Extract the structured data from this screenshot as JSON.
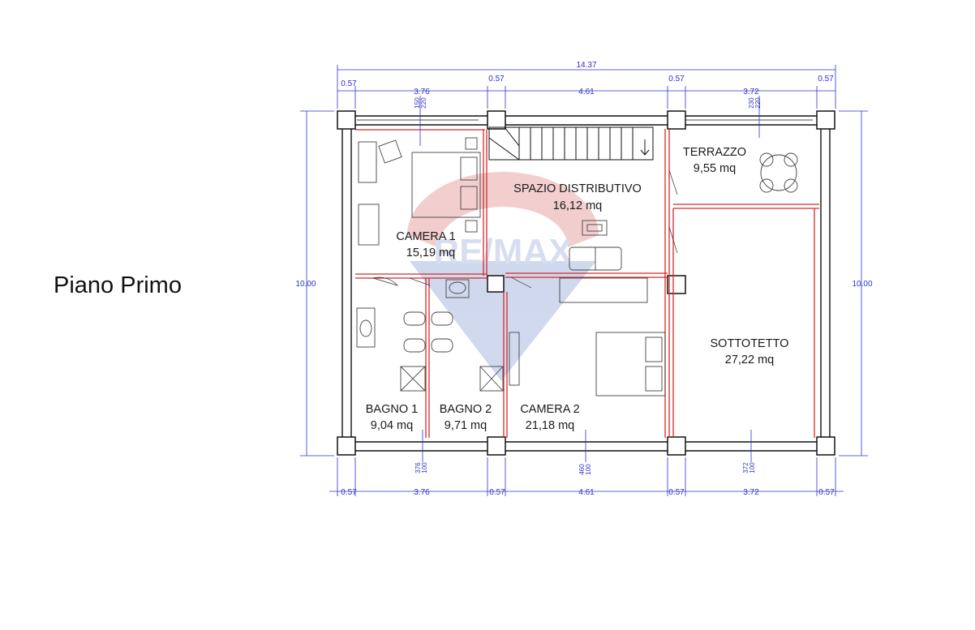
{
  "title": "Piano Primo",
  "rooms": {
    "camera1": {
      "name": "CAMERA 1",
      "area": "15,19 mq"
    },
    "spazio": {
      "name": "SPAZIO DISTRIBUTIVO",
      "area": "16,12 mq"
    },
    "terrazzo": {
      "name": "TERRAZZO",
      "area": "9,55 mq"
    },
    "sottotetto": {
      "name": "SOTTOTETTO",
      "area": "27,22 mq"
    },
    "bagno1": {
      "name": "BAGNO 1",
      "area": "9,04 mq"
    },
    "bagno2": {
      "name": "BAGNO 2",
      "area": "9,71 mq"
    },
    "camera2": {
      "name": "CAMERA 2",
      "area": "21,18 mq"
    }
  },
  "dimensions": {
    "top_total": "14.37",
    "top": [
      "0.57",
      "3.76",
      "0.57",
      "4.61",
      "0.57",
      "3.72",
      "0.57"
    ],
    "bottom": [
      "0.57",
      "3.76",
      "0.57",
      "4.61",
      "0.57",
      "3.72",
      "0.57"
    ],
    "left_height": "10.00",
    "right_height": "10.00",
    "window_top_1": [
      "150",
      "220"
    ],
    "window_top_2": [
      "230",
      "220"
    ],
    "window_bottom_1": [
      "376",
      "100"
    ],
    "window_bottom_2": [
      "460",
      "100"
    ],
    "window_bottom_3": [
      "372",
      "100"
    ]
  },
  "watermark": {
    "brand": "RE/MAX"
  },
  "colors": {
    "wall": "#111111",
    "partition": "#d42a2a",
    "dimension": "#2e31c8",
    "watermark_red": "#e8a6a6",
    "watermark_blue": "#a9b9de"
  }
}
